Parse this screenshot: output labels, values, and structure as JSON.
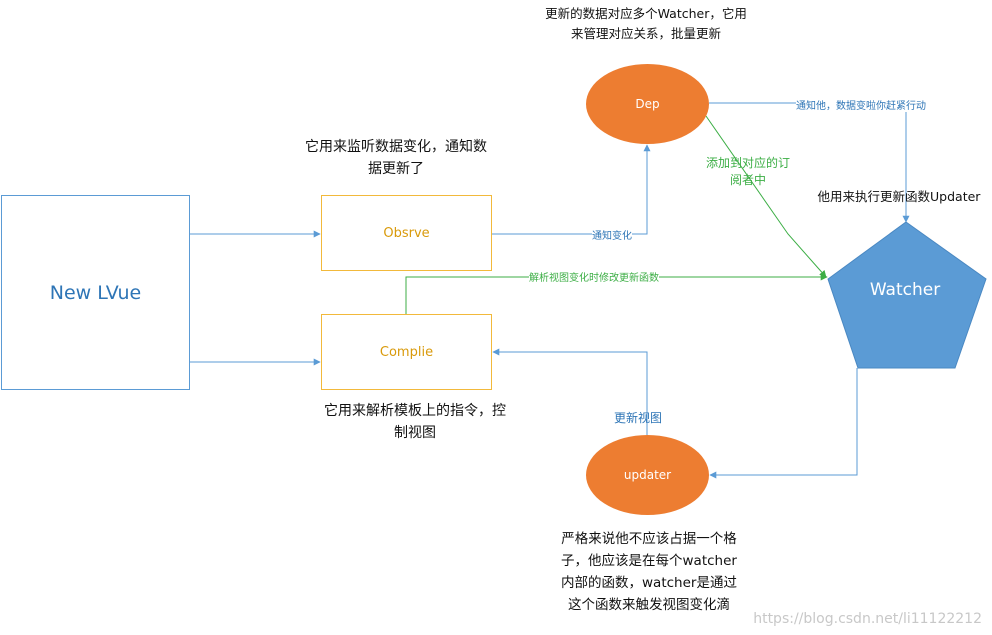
{
  "nodes": {
    "new_lvue": "New LVue",
    "observe": "Obsrve",
    "complie": "Complie",
    "dep": "Dep",
    "updater": "updater",
    "watcher": "Watcher"
  },
  "edge_labels": {
    "observe_to_dep": "通知变化",
    "dep_to_watcher": "通知他，数据变啦你赶紧行动",
    "complie_to_watcher": "解析视图变化时修改更新函数",
    "watcher_to_dep": "添加到对应的订阅者中",
    "updater_to_complie": "更新视图"
  },
  "notes": {
    "dep_note": "更新的数据对应多个Watcher，它用来管理对应关系，批量更新",
    "observe_note": "它用来监听数据变化，通知数据更新了",
    "complie_note": "它用来解析模板上的指令，控制视图",
    "watcher_note": "他用来执行更新函数Updater",
    "updater_note": "严格来说他不应该占据一个格子，他应该是在每个watcher内部的函数，watcher是通过这个函数来触发视图变化滴"
  },
  "watermark": "https://blog.csdn.net/li11122212",
  "colors": {
    "blue": "#5b9bd5",
    "orange": "#ed7d31",
    "yellow": "#f2b93b",
    "green": "#3cae45"
  }
}
